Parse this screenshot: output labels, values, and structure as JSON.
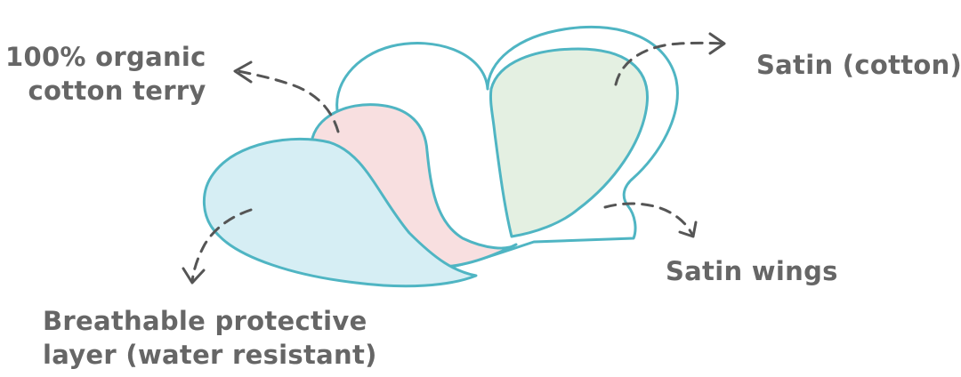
{
  "labels": {
    "terry": [
      "100% organic",
      "cotton terry"
    ],
    "satin_cotton": "Satin (cotton)",
    "satin_wings": "Satin wings",
    "breathable": [
      "Breathable protective",
      "layer (water resistant)"
    ]
  },
  "colors": {
    "outline": "#4fb5c3",
    "satin_fill": "#e4f0e2",
    "wing_fill": "#ffffff",
    "terry_fill": "#f8dfe0",
    "protective_fill": "#d6eef4",
    "text": "#666666",
    "callout": "#555555"
  }
}
